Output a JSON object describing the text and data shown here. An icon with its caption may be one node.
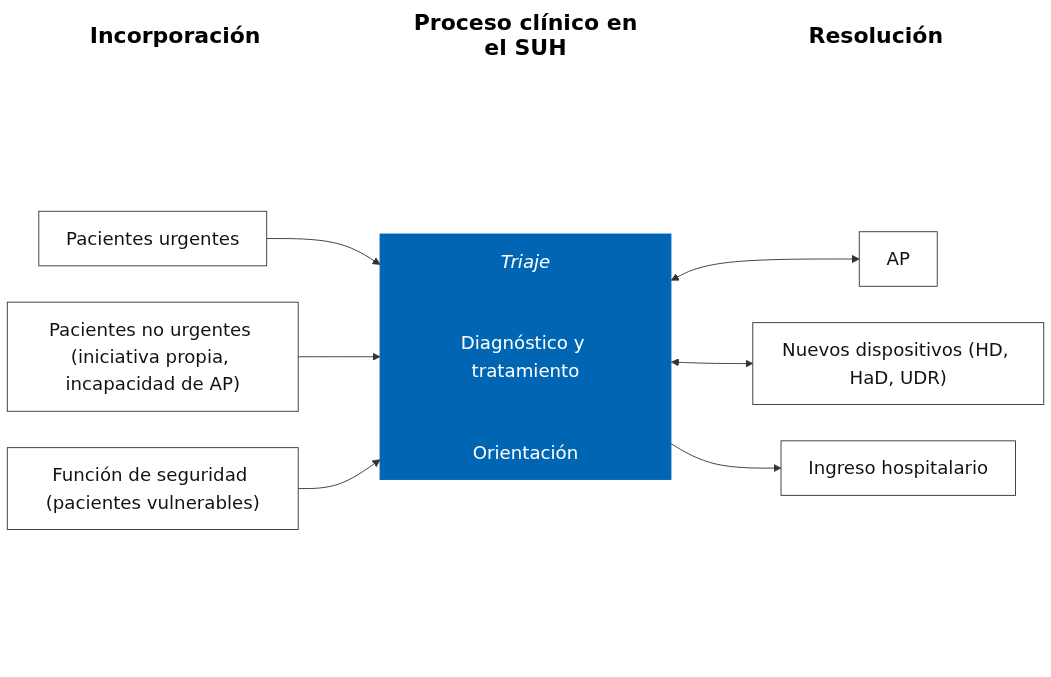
{
  "diagram": {
    "nodes": [
      {
        "text": [
          "Pacientes urgentes"
        ]
      },
      {
        "text": [
          "Triaje",
          "Diagnóstico y tratamiento",
          "Orientación"
        ]
      },
      {
        "text": [
          "AP"
        ]
      },
      {
        "text": [
          "Pacientes no urgentes (iniciativa propia, incapacidad de AP)"
        ]
      },
      {
        "text": [
          "Nuevos dispositivos (HD, HaD, UDR)"
        ]
      },
      {
        "text": [
          "Función de seguridad (pacientes vulnerables)"
        ]
      },
      {
        "text": [
          "Ingreso hospitalario"
        ]
      }
    ],
    "edges": [
      {
        "from": 0,
        "to": 1,
        "arrow": "to"
      },
      {
        "from": 3,
        "to": 1,
        "arrow": "to"
      },
      {
        "from": 5,
        "to": 1,
        "arrow": "to"
      },
      {
        "from": 1,
        "to": 2,
        "arrow": "both"
      },
      {
        "from": 1,
        "to": 4,
        "arrow": "both"
      },
      {
        "from": 1,
        "to": 6,
        "arrow": "to"
      }
    ],
    "labels": [
      "Incorporación",
      "Proceso clínico en el SUH",
      "Resolución"
    ]
  }
}
